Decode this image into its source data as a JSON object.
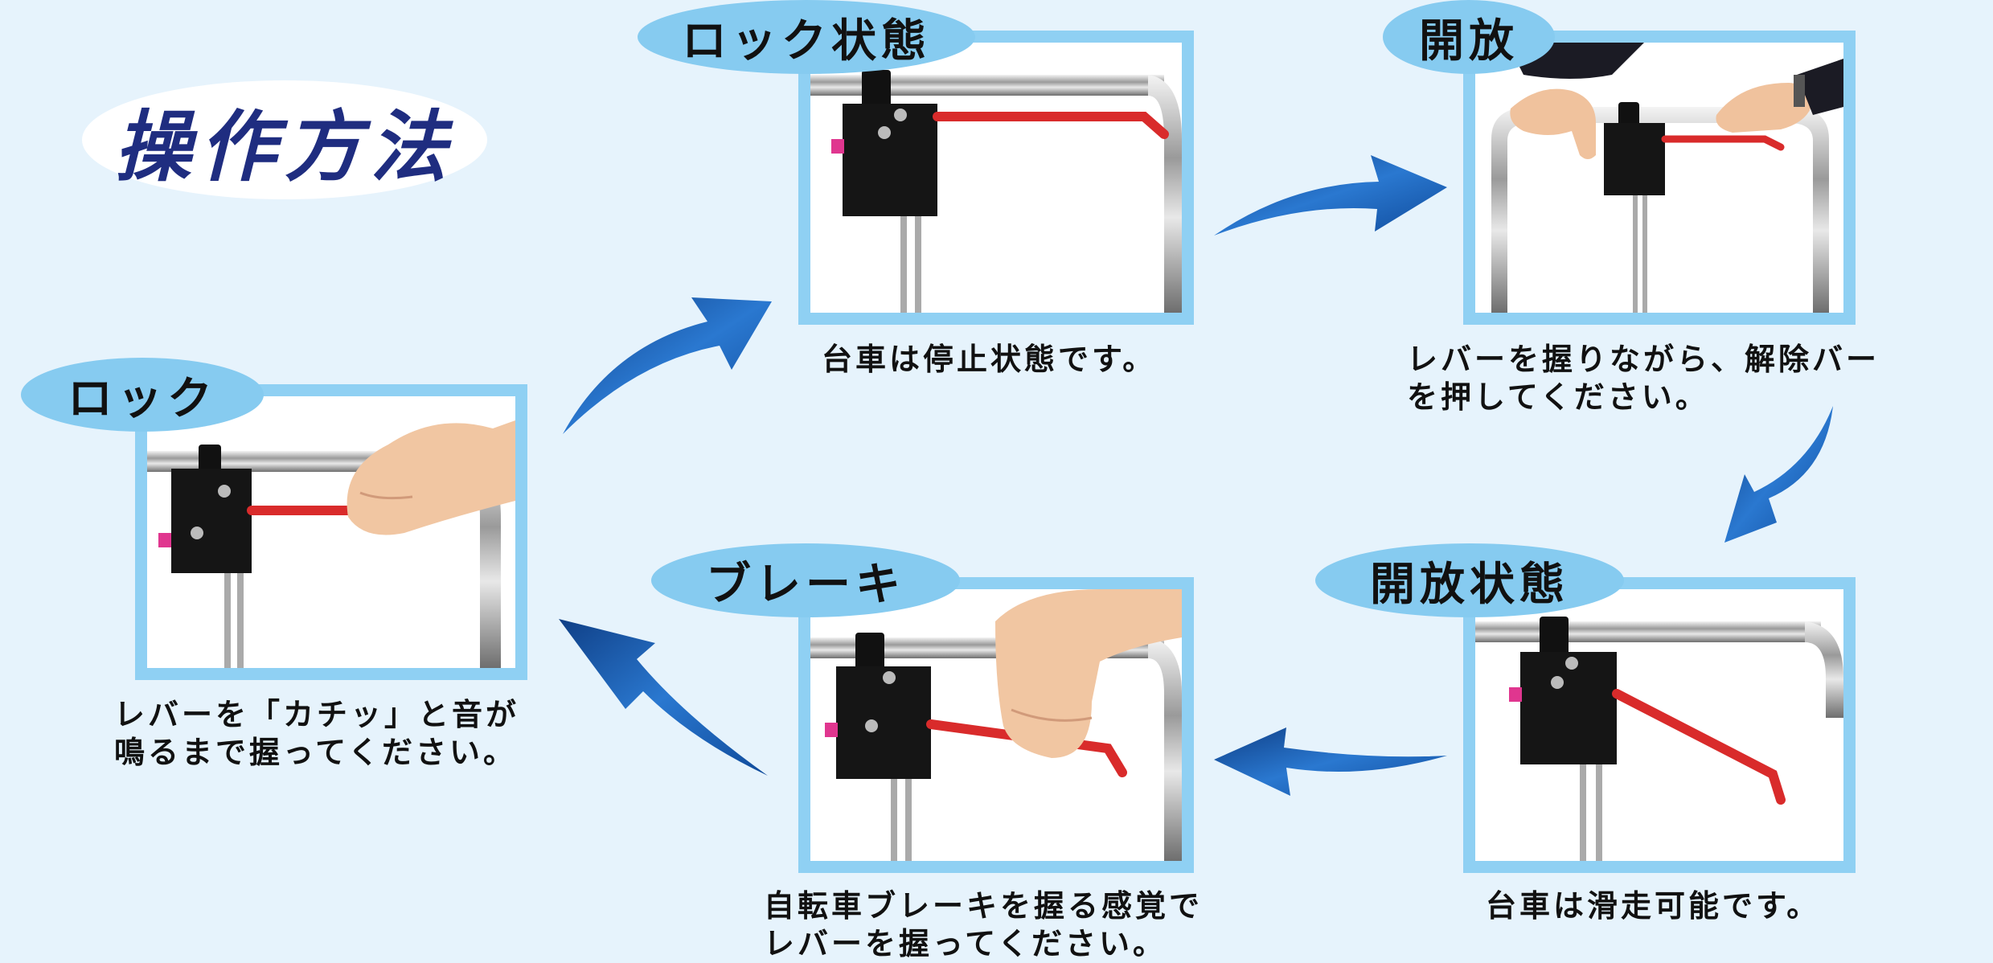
{
  "title": "操作方法",
  "steps": [
    {
      "id": "lock",
      "label": "ロック",
      "caption_lines": [
        "レバーを「カチッ」と音が",
        "鳴るまで握ってください。"
      ]
    },
    {
      "id": "locked-state",
      "label": "ロック状態",
      "caption_lines": [
        "台車は停止状態です。"
      ]
    },
    {
      "id": "release",
      "label": "開放",
      "caption_lines": [
        "レバーを握りながら、解除バー",
        "を押してください。"
      ]
    },
    {
      "id": "released-state",
      "label": "開放状態",
      "caption_lines": [
        "台車は滑走可能です。"
      ]
    },
    {
      "id": "brake",
      "label": "ブレーキ",
      "caption_lines": [
        "自転車ブレーキを握る感覚で",
        "レバーを握ってください。"
      ]
    }
  ],
  "colors": {
    "background": "#e6f3fc",
    "frame": "#8fd0f3",
    "label_oval": "#86cbf0",
    "title_text": "#1f2d80",
    "arrow": "#1a62b4",
    "lever": "#d92b2b",
    "knob": "#e0368f"
  },
  "icons": [
    "flow-arrow-icon"
  ]
}
